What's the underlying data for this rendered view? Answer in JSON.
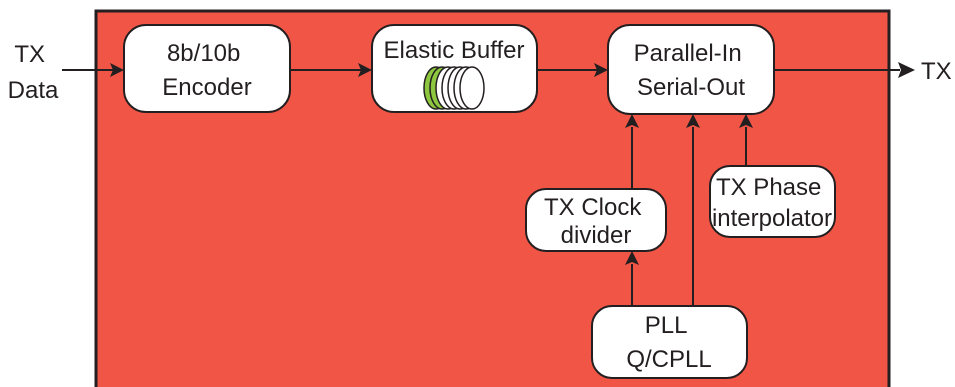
{
  "diagram": {
    "colors": {
      "panel": "#f05545",
      "box_fill": "#ffffff",
      "line": "#231f20",
      "buffer_accent": "#8dc63f"
    },
    "input_label": [
      "TX",
      "Data"
    ],
    "output_label": "TX",
    "blocks": {
      "encoder": [
        "8b/10b",
        "Encoder"
      ],
      "elastic_buffer": [
        "Elastic Buffer"
      ],
      "piso": [
        "Parallel-In",
        "Serial-Out"
      ],
      "clock_divider": [
        "TX Clock",
        "divider"
      ],
      "phase_interpolator": [
        "TX Phase",
        "interpolator"
      ],
      "pll": [
        "PLL",
        "Q/CPLL"
      ]
    }
  }
}
